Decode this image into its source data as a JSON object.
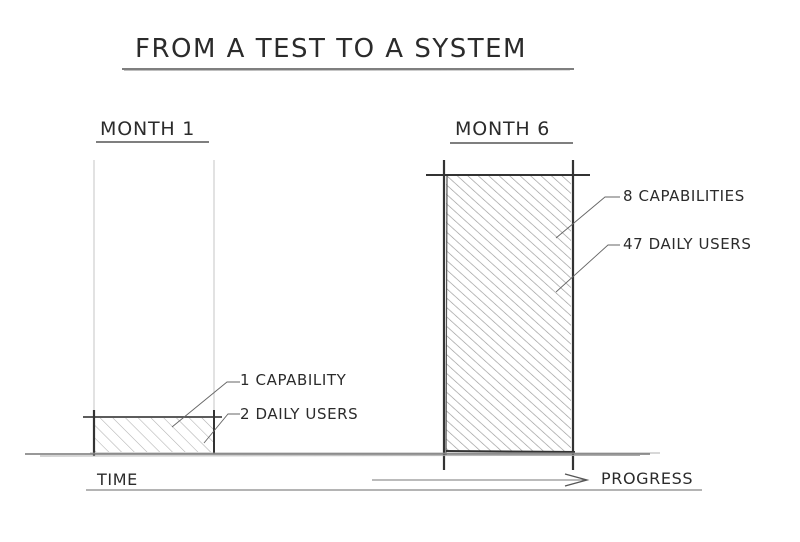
{
  "title": "FROM A TEST TO A SYSTEM",
  "columns": [
    {
      "label": "MONTH 1",
      "annotations": [
        "1 CAPABILITY",
        "2 DAILY USERS"
      ]
    },
    {
      "label": "MONTH 6",
      "annotations": [
        "8 CAPABILITIES",
        "47 DAILY USERS"
      ]
    }
  ],
  "axis": {
    "left_label": "TIME",
    "right_label": "PROGRESS"
  },
  "colors": {
    "ink": "#2b2b2b",
    "hatch": "#8a8a8a",
    "guide": "#bdbdbd",
    "background": "#ffffff"
  }
}
